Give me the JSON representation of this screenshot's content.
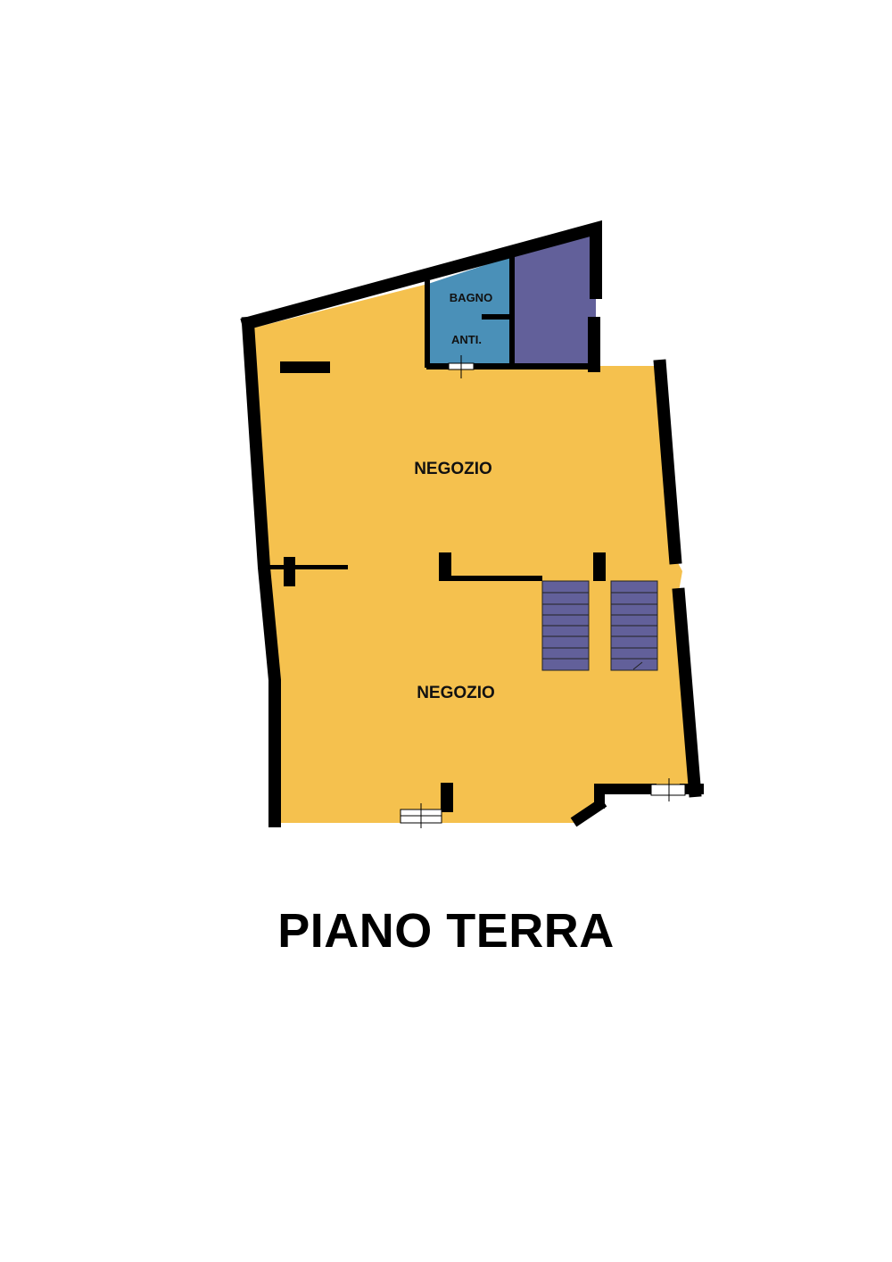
{
  "title": "PIANO TERRA",
  "rooms": {
    "bagno": "BAGNO",
    "anti": "ANTI.",
    "negozio_upper": "NEGOZIO",
    "negozio_lower": "NEGOZIO"
  },
  "colors": {
    "floor": "#F5C14E",
    "bathroom": "#4A90B8",
    "storage": "#62609A",
    "stairs": "#62609A",
    "wall": "#000000",
    "background": "#FFFFFF"
  }
}
